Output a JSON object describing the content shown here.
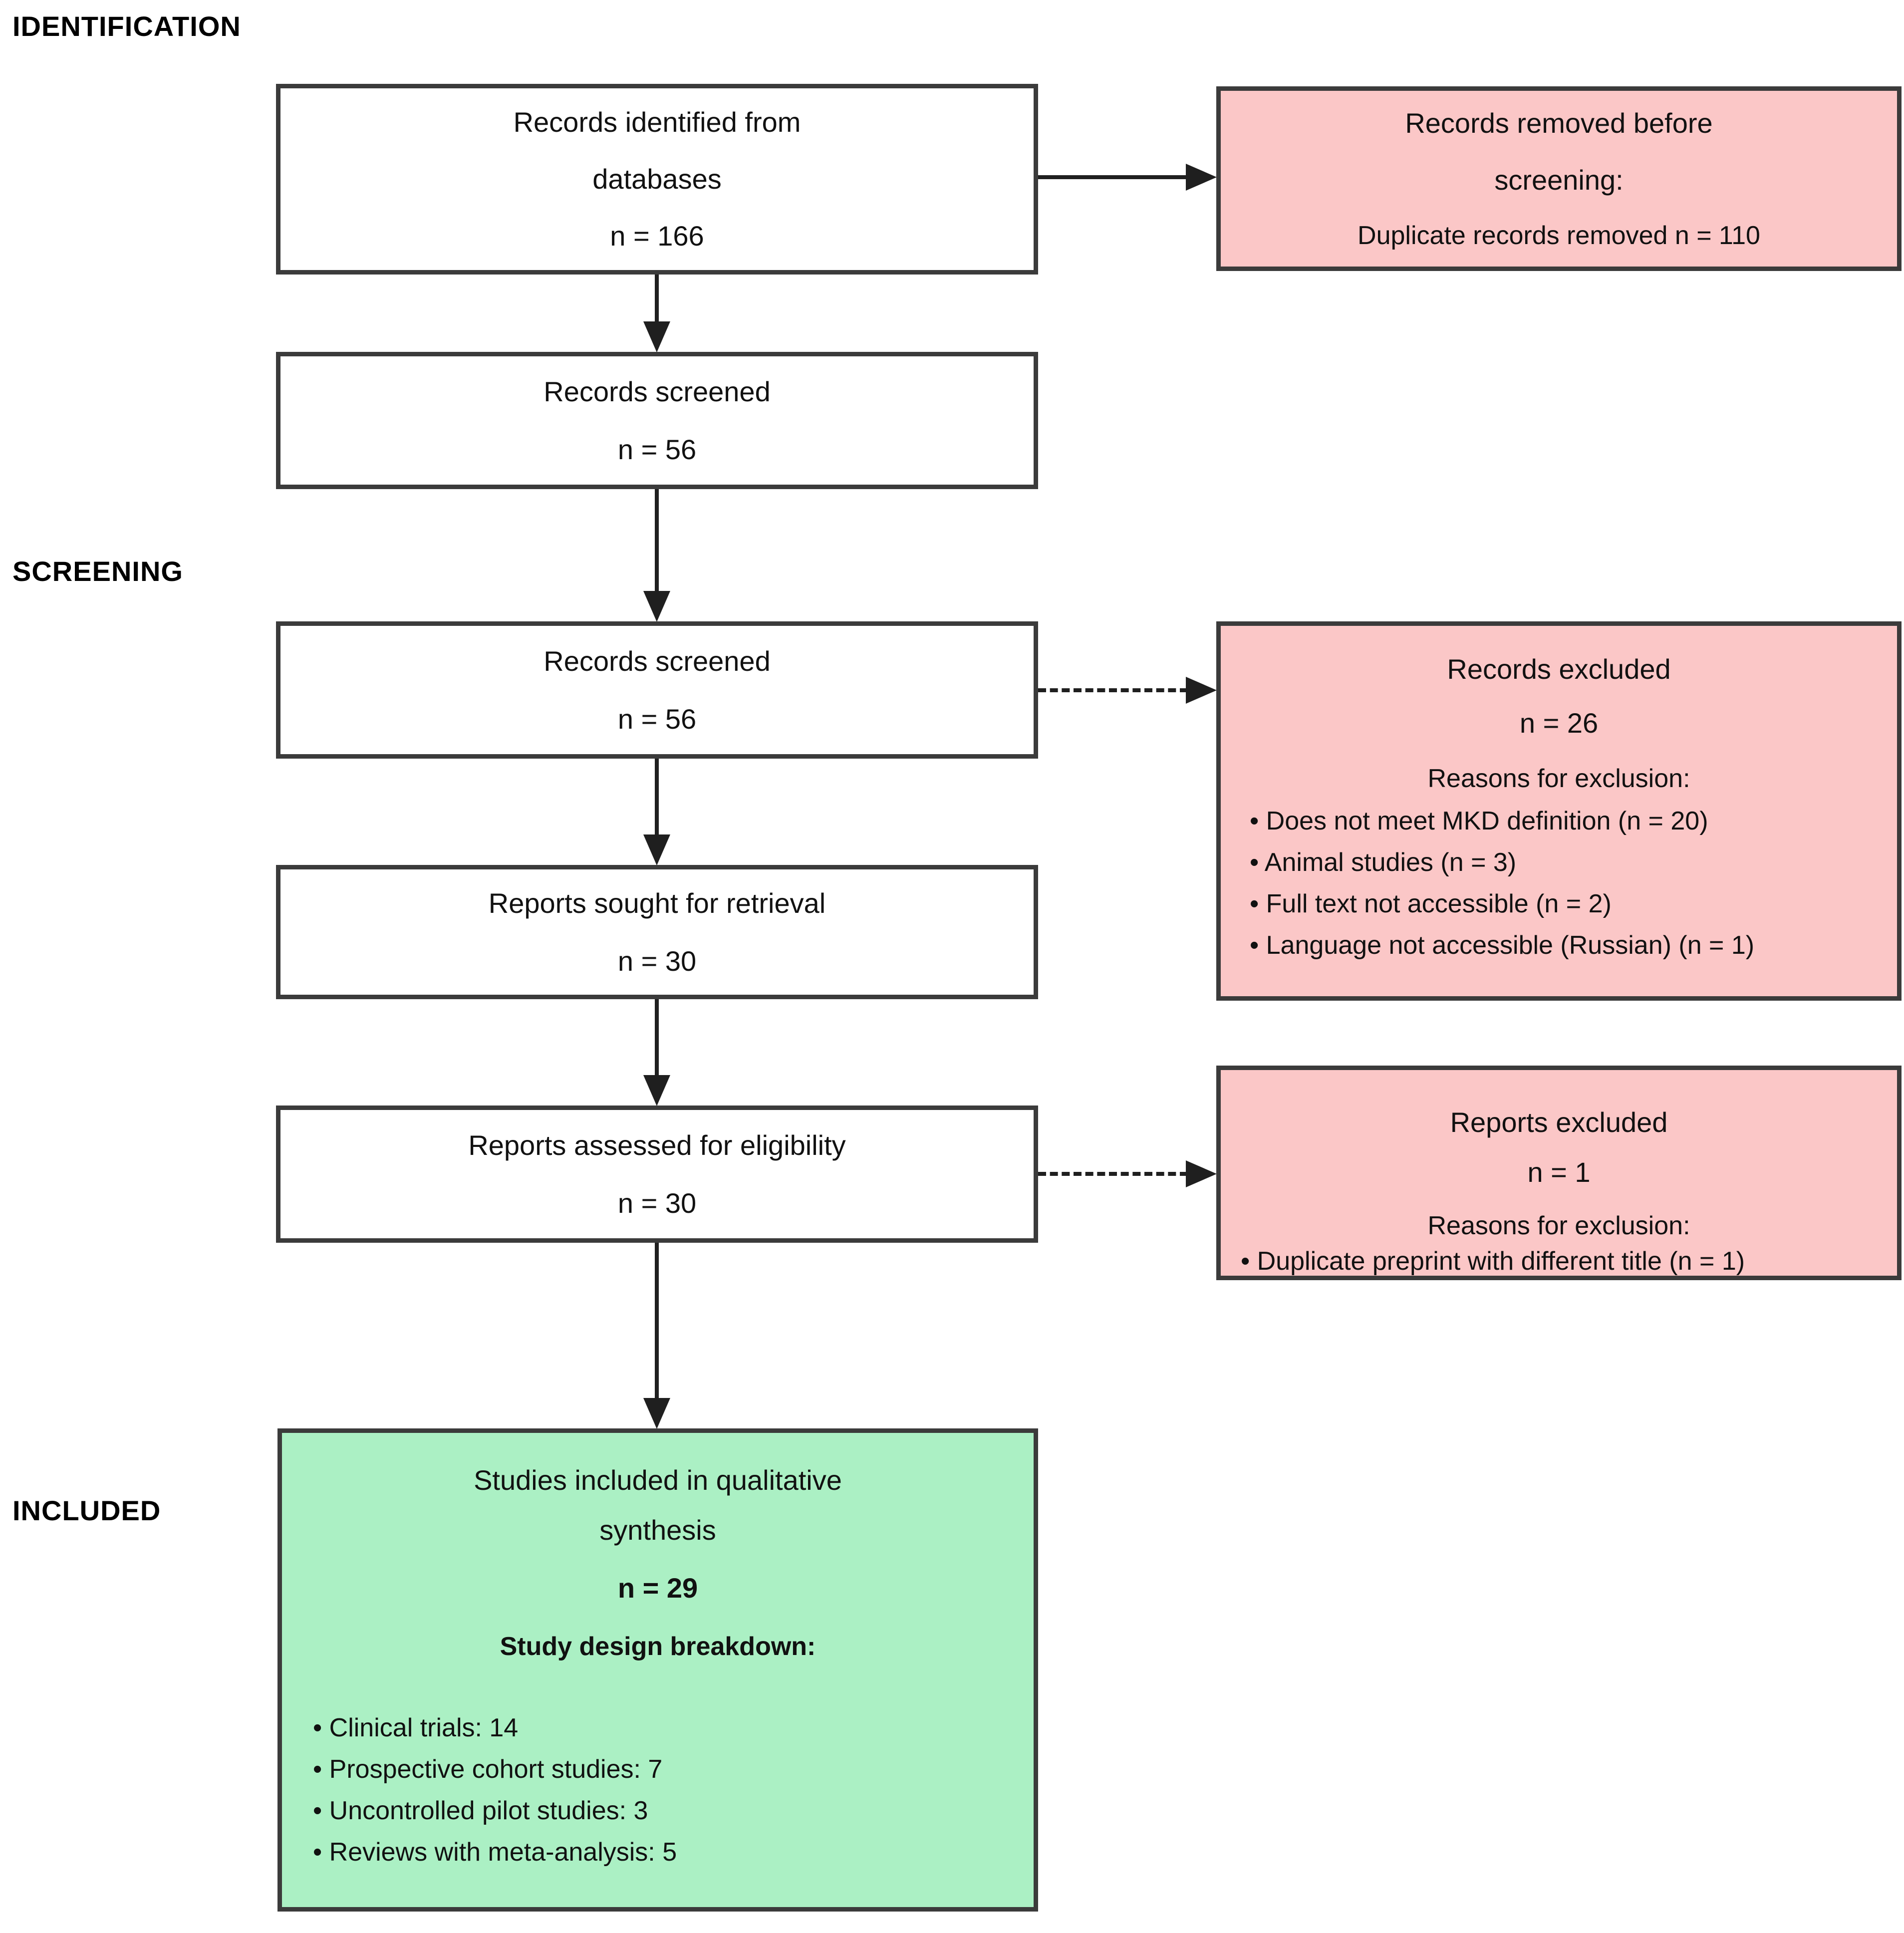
{
  "stage_labels": {
    "identification": "IDENTIFICATION",
    "screening": "SCREENING",
    "included": "INCLUDED"
  },
  "colors": {
    "exclusion_box_bg": "#FBC7C7",
    "included_box_bg": "#ABF0C4",
    "process_box_bg": "#FFFFFF",
    "box_border": "#3B3B3B",
    "arrow": "#1F1F1F",
    "text": "#111111"
  },
  "boxes": {
    "records_identified": {
      "line1": "Records identified from",
      "line2": "databases",
      "count": "n = 166"
    },
    "records_removed": {
      "line1": "Records removed before",
      "line2": "screening:",
      "detail": "Duplicate records removed n = 110"
    },
    "records_screened_top": {
      "title": "Records screened",
      "count": "n = 56"
    },
    "records_screened": {
      "title": "Records screened",
      "count": "n = 56"
    },
    "records_excluded": {
      "title": "Records excluded",
      "count": "n = 26",
      "reasons_heading": "Reasons for exclusion:",
      "reasons": [
        "• Does not meet MKD definition (n = 20)",
        "• Animal studies (n = 3)",
        "• Full text not accessible (n = 2)",
        "• Language not accessible (Russian) (n = 1)"
      ]
    },
    "reports_sought": {
      "title": "Reports sought for retrieval",
      "count": "n = 30"
    },
    "reports_assessed": {
      "title": "Reports assessed for eligibility",
      "count": "n = 30"
    },
    "reports_excluded": {
      "title": "Reports excluded",
      "count": "n = 1",
      "reasons_heading": "Reasons for exclusion:",
      "reasons": [
        "• Duplicate preprint with different title (n = 1)"
      ]
    },
    "studies_included": {
      "line1": "Studies included in qualitative",
      "line2": "synthesis",
      "count": "n = 29",
      "breakdown_heading": "Study design breakdown:",
      "breakdown": [
        "• Clinical trials: 14",
        "• Prospective cohort studies: 7",
        "• Uncontrolled pilot studies: 3",
        "• Reviews with meta-analysis: 5"
      ]
    }
  }
}
